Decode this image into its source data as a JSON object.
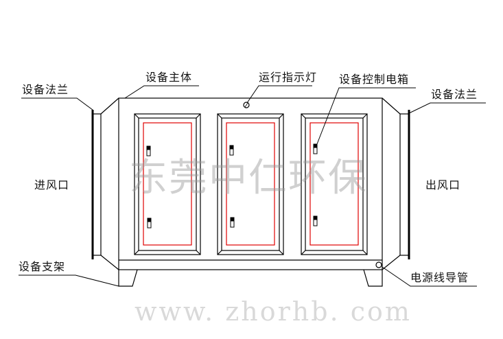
{
  "diagram": {
    "type": "equipment-schematic",
    "line_color": "#000000",
    "accent_color": "#e00000",
    "labels": {
      "flange_left": "设备法兰",
      "main_body": "设备主体",
      "indicator_light": "运行指示灯",
      "control_box": "设备控制电箱",
      "flange_right": "设备法兰",
      "air_inlet": "进风口",
      "air_outlet": "出风口",
      "support": "设备支架",
      "power_conduit": "电源线导管"
    },
    "doors": [
      {
        "id": "door-1",
        "handles": 2
      },
      {
        "id": "door-2",
        "handles": 2
      },
      {
        "id": "door-3",
        "handles": 2
      }
    ]
  },
  "watermark": {
    "company": "东莞中仁环保",
    "url": "www. zhorhb. com"
  }
}
